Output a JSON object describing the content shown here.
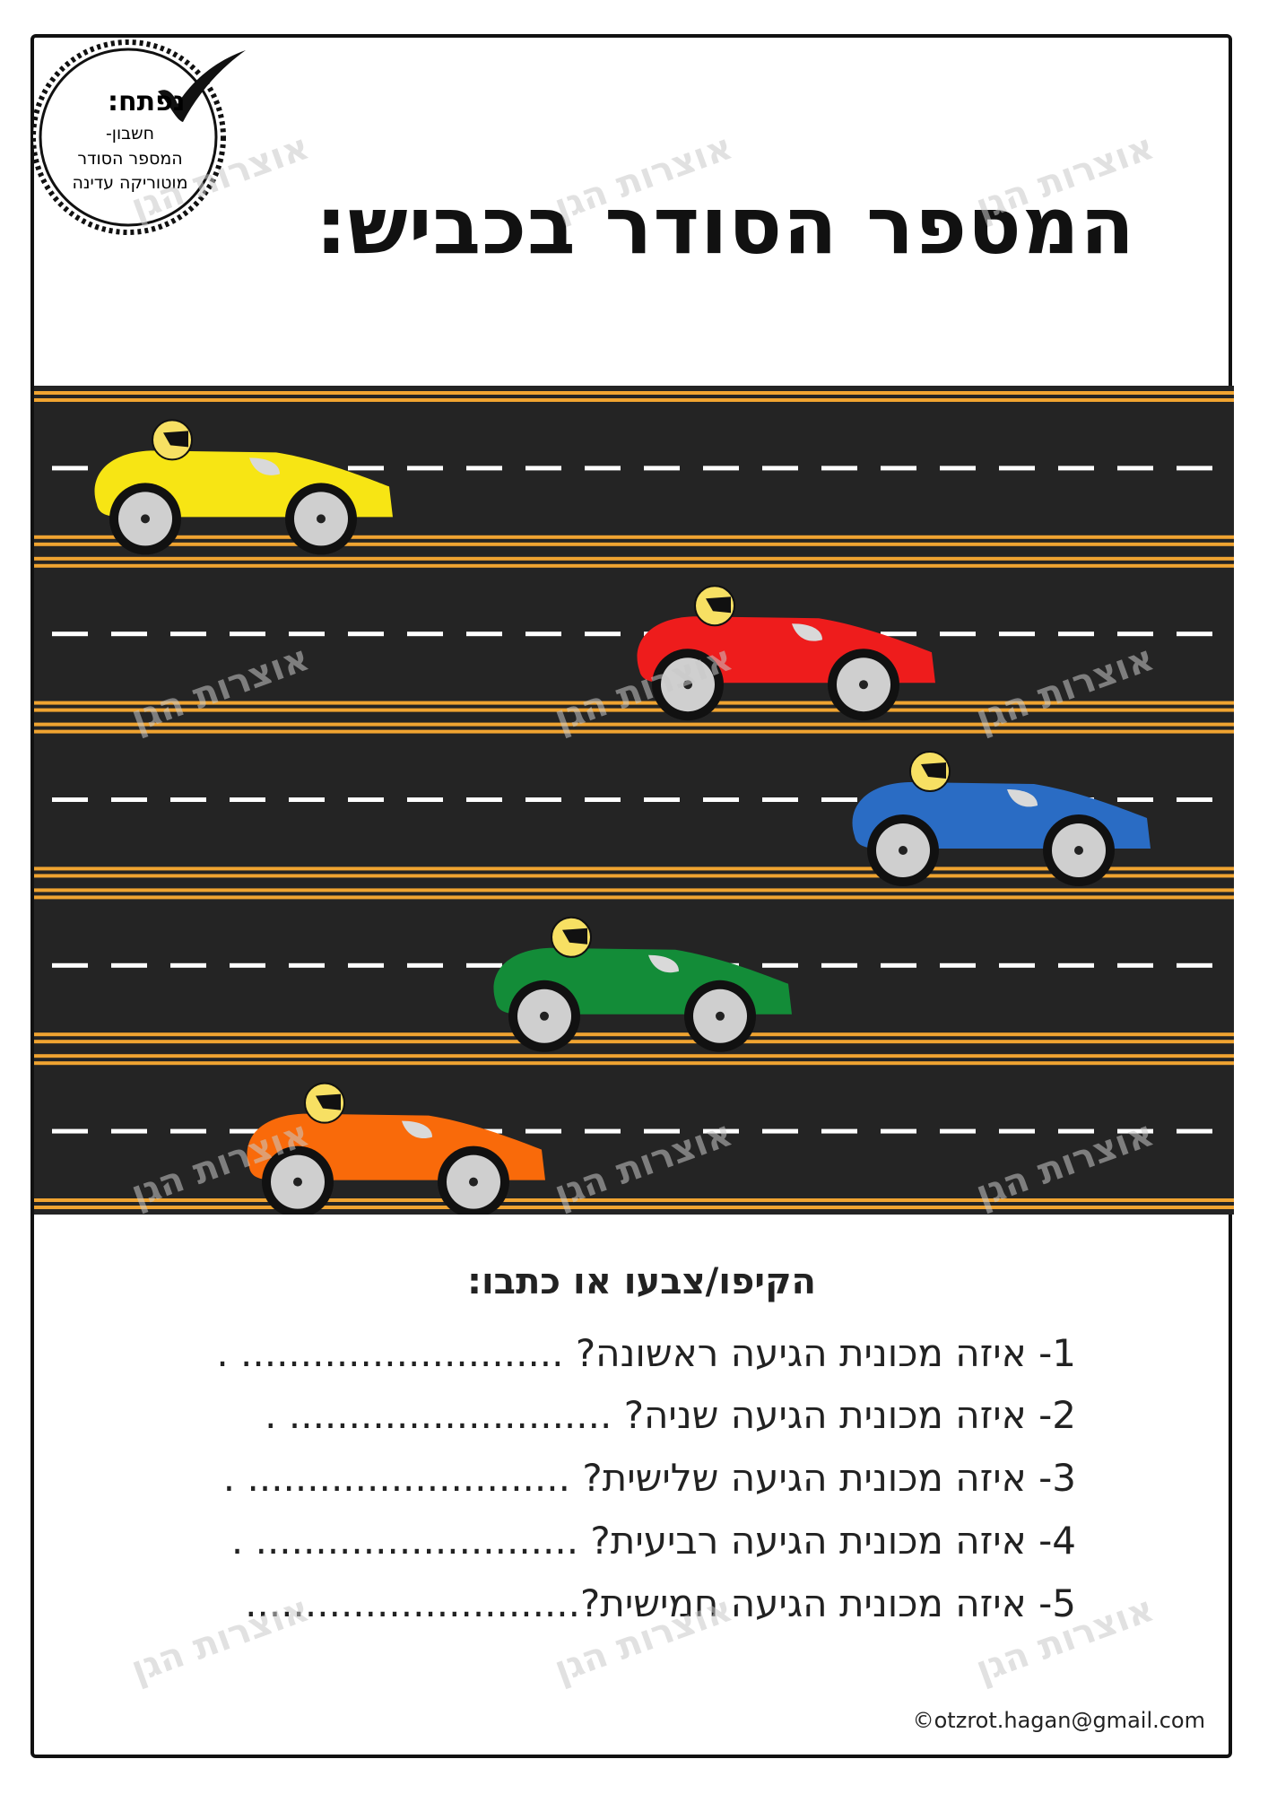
{
  "badge": {
    "title": "נפתח:",
    "line1": "חשבון-",
    "line2": "המספר הסודר",
    "line3": "מוטוריקה עדינה",
    "check_icon": "checkmark-icon"
  },
  "title": "המספר הסודר בכביש:",
  "instructions": "הקיפו/צבעו או כתבו:",
  "questions": [
    {
      "number": "1-",
      "text": "איזה מכונית הגיעה ראשונה? ........................... ."
    },
    {
      "number": "2-",
      "text": "איזה מכונית הגיעה שניה? ........................... ."
    },
    {
      "number": "3-",
      "text": "איזה מכונית הגיעה שלישית? ........................... ."
    },
    {
      "number": "4-",
      "text": "איזה מכונית הגיעה רביעית? ........................... ."
    },
    {
      "number": "5-",
      "text": "איזה מכונית הגיעה חמישית?............................"
    }
  ],
  "watermark": "אוצרות הגן",
  "email": "©otzrot.hagan@gmail.com",
  "colors": {
    "asphalt": "#242424",
    "lane_line": "#f0a431",
    "dash": "#ffffff",
    "car_yellow": "#f7e514",
    "car_red": "#ee1c1c",
    "car_blue": "#2a6cc4",
    "car_green": "#138c38",
    "car_orange": "#f96a0a",
    "helmet": "#f7e063"
  },
  "cars": [
    {
      "name": "yellow-car",
      "color": "#f7e514"
    },
    {
      "name": "red-car",
      "color": "#ee1c1c"
    },
    {
      "name": "blue-car",
      "color": "#2a6cc4"
    },
    {
      "name": "green-car",
      "color": "#138c38"
    },
    {
      "name": "orange-car",
      "color": "#f96a0a"
    }
  ]
}
